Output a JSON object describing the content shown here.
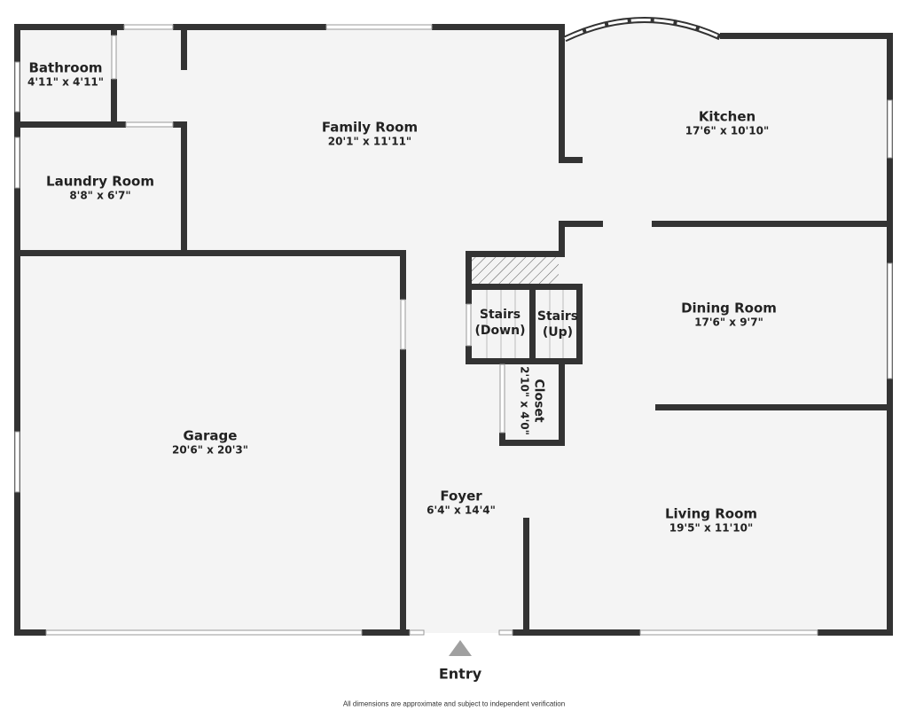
{
  "rooms": [
    {
      "name": "Bathroom",
      "dim": "4'11\" x 4'11\""
    },
    {
      "name": "Laundry Room",
      "dim": "8'8\" x 6'7\""
    },
    {
      "name": "Family Room",
      "dim": "20'1\" x 11'11\""
    },
    {
      "name": "Kitchen",
      "dim": "17'6\" x 10'10\""
    },
    {
      "name": "Garage",
      "dim": "20'6\" x 20'3\""
    },
    {
      "name": "Stairs",
      "dim": "(Down)"
    },
    {
      "name": "Stairs",
      "dim": "(Up)"
    },
    {
      "name": "Dining Room",
      "dim": "17'6\" x 9'7\""
    },
    {
      "name": "Closet",
      "dim": "2'10\" x 4'0\""
    },
    {
      "name": "Foyer",
      "dim": "6'4\" x 14'4\""
    },
    {
      "name": "Living Room",
      "dim": "19'5\" x 11'10\""
    }
  ],
  "entry_label": "Entry",
  "disclaimer": "All dimensions are approximate and subject to independent verification",
  "colors": {
    "wall": "#333333",
    "floor": "#f4f4f4",
    "entry_marker": "#a0a0a0"
  }
}
